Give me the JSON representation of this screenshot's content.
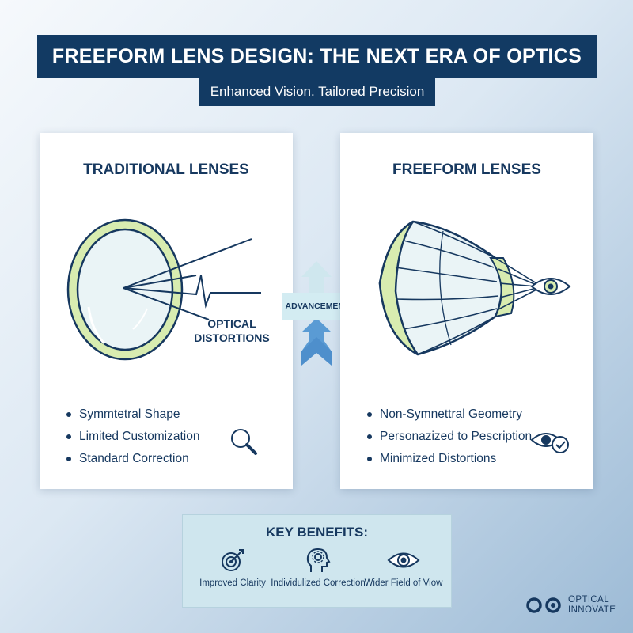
{
  "header": {
    "title": "FREEFORM LENS DESIGN: THE NEXT ERA OF OPTICS",
    "subtitle": "Enhanced Vision. Tailored Precision"
  },
  "traditional": {
    "title": "TRADITIONAL LENSES",
    "distortion_label_line1": "OPTICAL",
    "distortion_label_line2": "DISTORTIONS",
    "bullets": [
      "Symmtetral Shape",
      "Limited Customization",
      "Standard Correction"
    ],
    "icon": "magnifier-icon"
  },
  "freeform": {
    "title": "FREEFORM LENSES",
    "bullets": [
      "Non-Symnettral Geometry",
      "Personazized to Pescription",
      "Minimized Distortions"
    ],
    "icon": "eye-check-icon"
  },
  "advancement": {
    "label": "ADVANCEMENT"
  },
  "benefits": {
    "title": "KEY BENEFITS:",
    "items": [
      {
        "label": "Improved Clarity",
        "icon": "target-icon"
      },
      {
        "label": "Individulized Correction",
        "icon": "head-gear-icon"
      },
      {
        "label": "Wider Field of Viow",
        "icon": "eye-icon"
      }
    ]
  },
  "brand": {
    "line1": "OPTICAL",
    "line2": "INNOVATE"
  },
  "colors": {
    "navy": "#123a63",
    "text": "#16385f",
    "lens_green": "#d8ecb0",
    "lens_fill": "#eaf4f6",
    "arrow_blue": "#5a9bd4",
    "benefit_bg": "#cfe6ee"
  }
}
